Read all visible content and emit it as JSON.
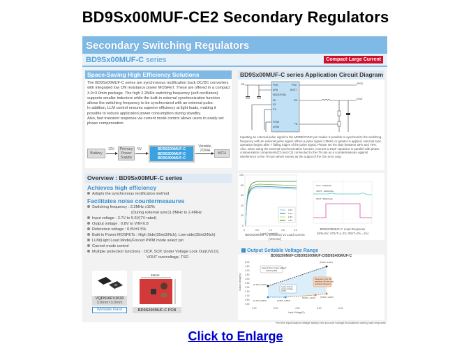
{
  "slide": {
    "title": "BD9Sx00MUF-CE2 Secondary Regulators",
    "enlarge_link": "Click to Enlarge"
  },
  "header": {
    "title": "Secondary Switching Regulators",
    "series_bold": "BD9Sx00MUF-C",
    "series_suffix": " series",
    "badge": "Compact·Large Current",
    "accent_color": "#7fb9e6",
    "badge_color": "#d0112b"
  },
  "space_saving": {
    "title": "Space-Saving High Efficiency Solutions",
    "paragraphs": [
      "The BD9Sx00MUF-C series are synchronous rectification buck DC/DC converters with integrated low ON resistance power MOSFET. These are offered in a compact 3.0×3.0mm package. The high 2.2MHz switching frequency (self-oscillation) supports smaller inductors while the built-in external synchronization function allows the switching frequency to be synchronized with an external pulse.",
      "In addition, LLM control ensures superior efficiency at light loads, making it possible to reduce application power consumption during standby.",
      "Also, fast transient response via current mode control allows users to easily set phase compensation."
    ],
    "flow": {
      "battery": "Battery",
      "v1": "12V",
      "primary": "Primary Power Supply",
      "v2": "5V",
      "chips": [
        "BD9S200MUF-C",
        "BD9S300MUF-C",
        "BD9S400MUF-C"
      ],
      "variable": "Variable, 2/3/4A",
      "mcu": "MCU"
    }
  },
  "overview": {
    "title": "Overview : BD9Sx00MUF-C series",
    "heading1": "Achieves high efficiency",
    "bullet1": "Adopts the synchronous rectification method",
    "heading2": "Facilitates noise countermeasures",
    "bullets": [
      "Switching frequency : 2.2MHz ±10%",
      "(During external sync)1.8MHz to 2.4MHz",
      "Input voltage : 2.7V to 5.5V(7V rated)",
      "Output voltage : 0.8V to VIN×0.8",
      "Reference voltage : 0.8V±1.5%",
      "Built-in Power MOSFETs : High Side(35mΩ/Nch), Low-side(35mΩ/Nch)",
      "LLM(Light Load Mode)/Forced PWM mode select pin",
      "Current mode control",
      "Multiple protection functions : OCP, SCP, Under Voltage Lock Out(UVLO),",
      "VOUT overvoltage, TSD"
    ],
    "package_caption": "VQFN16FV3030",
    "package_size": "3.0mm×3.0mm",
    "wettable": "Wettable Flank",
    "pcb_caption": "BD9S200MUF-C PCB",
    "pcb_w": "15mm",
    "pcb_h": "12mm"
  },
  "circuit": {
    "title": "BD9Sx00MUF-C series Application Circuit Diagram",
    "pins_left": [
      "PVIN",
      "AVIN",
      "MODE/SYNC",
      "EN",
      "SS",
      "ITH",
      "PGND",
      "AGND"
    ],
    "pins_right": [
      "PGD",
      "BOOT",
      "SW",
      "FB"
    ],
    "labels": {
      "vin": "VIN",
      "vout": "VOUT",
      "pgd": "VPGD"
    },
    "description": "Inputting an external pulse signal to the MODE/SYNC pin makes it possible to synchronize the switching frequency with an external pulse signal. When a pulse signal 1.8MHz or greater is applied, external sync operation begins after 7 falling edges of the pulse signal. Please set the duty between 25% and 75%. Also, when using the external synchronization function, connect a 10pF capacitor in parallel with phase compensation components(C3 and C2) connected to the ITH pin as a countermeasure against interference to the ITH pin which serves as the output of the Gm error amp."
  },
  "efficiency_chart": {
    "caption": "BD9S200MUF-C Efficiency vs Load Current (VIN=5V)",
    "xlabel": "Load Current(A)",
    "y_ticks": [
      "100",
      "80",
      "60",
      "40",
      "20",
      "0"
    ],
    "x_ticks": [
      "0",
      "0.5",
      "1.0",
      "1.5",
      "2.0"
    ],
    "legend": [
      "1.0V",
      "1.2V",
      "1.8V",
      "3.3V"
    ]
  },
  "load_response": {
    "caption": "BD9S200MUF-C Load Response",
    "caption2": "(VIN=5V, VOUT=1.2V, IOUT=0A↔2A)",
    "time": "Time : 100μs/div",
    "vout": "VOUT : 100mV/div",
    "iout": "IOUT : 500mA/div"
  },
  "chart_data": {
    "type": "line",
    "title": "BD9S200MUF-C/BD9S300MUF-C/BD9S400MUF-C",
    "section": "Output Settable Voltage Range",
    "xlabel": "Input Voltage(V)",
    "ylabel": "Output voltage(V)",
    "xlim": [
      2.0,
      6.0
    ],
    "ylim": [
      0.0,
      5.0
    ],
    "x_ticks": [
      "2.00",
      "3.00",
      "4.00",
      "5.00",
      "6.00"
    ],
    "y_ticks": [
      "5.00",
      "4.50",
      "4.00",
      "3.50",
      "3.00",
      "2.50",
      "2.00",
      "1.50",
      "1.00",
      "0.50",
      "0.00"
    ],
    "series": [
      {
        "name": "Upper limit",
        "points": [
          [
            2.7,
            2.16
          ],
          [
            5.5,
            4.4
          ]
        ],
        "color": "#333333"
      },
      {
        "name": "Lower limit",
        "points": [
          [
            2.7,
            0.8
          ],
          [
            3.5,
            0.8
          ]
        ],
        "color": "#3a8fd0"
      },
      {
        "name": "Min ON time limit",
        "points": [
          [
            3.5,
            0.8
          ],
          [
            5.0,
            1.14
          ],
          [
            5.5,
            1.26
          ]
        ],
        "color": "#e07b2c"
      }
    ],
    "annotations": [
      "(5.50V, 4.40V)",
      "(2.70V, 2.16V)",
      "(2.70V, 0.80V)",
      "(3.50V, 0.80V)",
      "(5.00V, 1.14V)",
      "(5.50V, 1.26V)",
      "Upper limit for output voltage* VOUT≤(0.8V)",
      "Lower limit for output voltage 0.8(V)",
      "Depends on the min. switching ON time and operating frequency"
    ],
    "footnote": "*Set the input/output voltage taking into account voltage fluctuations during load response"
  }
}
